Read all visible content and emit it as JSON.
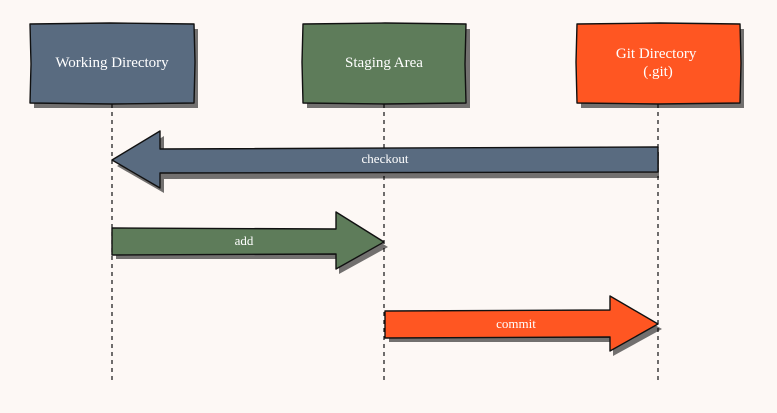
{
  "nodes": [
    {
      "id": "working",
      "lines": [
        "Working Directory"
      ],
      "color": "#596b80"
    },
    {
      "id": "staging",
      "lines": [
        "Staging Area"
      ],
      "color": "#5e7c5a"
    },
    {
      "id": "git",
      "lines": [
        "Git Directory",
        "(.git)"
      ],
      "color": "#ff5622"
    }
  ],
  "arrows": [
    {
      "label": "checkout",
      "from": "git",
      "to": "working",
      "color": "#596b80"
    },
    {
      "label": "add",
      "from": "working",
      "to": "staging",
      "color": "#5e7c5a"
    },
    {
      "label": "commit",
      "from": "staging",
      "to": "git",
      "color": "#ff5622"
    }
  ],
  "border_color": "#111111",
  "background": "#fdf8f5"
}
